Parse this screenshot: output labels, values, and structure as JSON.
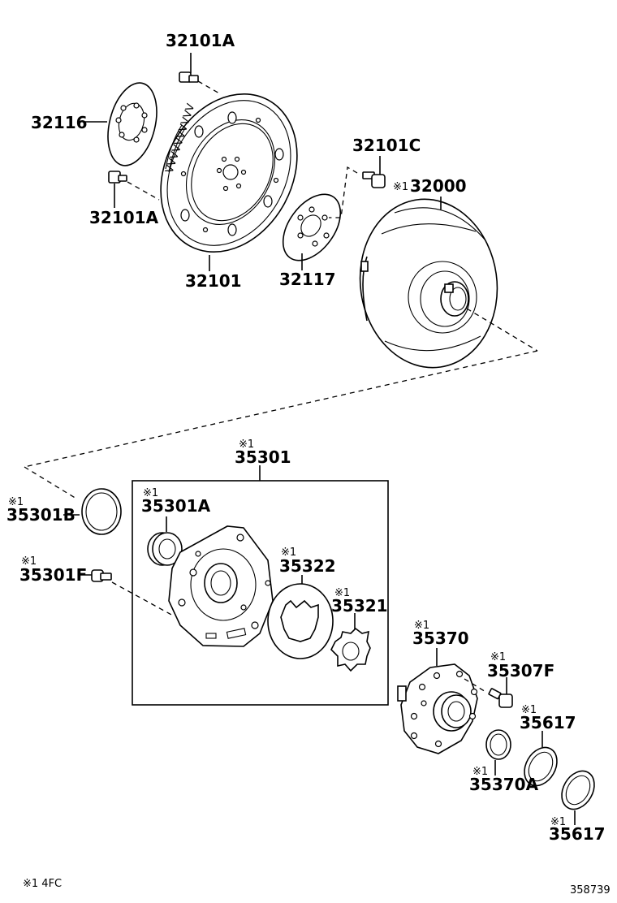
{
  "diagram": {
    "parts": {
      "bolt_top": "32101A",
      "plate_left": "32116",
      "bolt_left": "32101A",
      "drive_plate": "32101",
      "spacer": "32117",
      "bolt_right": "32101C",
      "converter": "32000",
      "pump_assy": "35301",
      "oring_b": "35301B",
      "seal_a": "35301A",
      "bolt_f": "35301F",
      "driven_gear": "35322",
      "drive_gear": "35321",
      "pump_body": "35370",
      "bolt_307f": "35307F",
      "ring_a": "35617",
      "oring_370a": "35370A",
      "ring_b": "35617"
    },
    "mark": "※1",
    "footnote": "※1 4FC",
    "diagram_id": "358739"
  }
}
